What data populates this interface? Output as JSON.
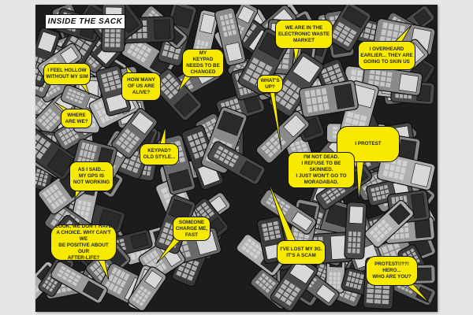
{
  "title": "INSIDE THE SACK",
  "bubbles": {
    "hollow": "I FEEL HOLLOW\nWITHOUT MY SIM",
    "how_many": "HOW MANY\nOF US ARE\nALIVE?",
    "keypad_changed": "MY\nKEYPAD\nNEEDS TO BE\nCHANGED",
    "where": "WHERE\nARE WE?",
    "old_style": "KEYPAD?\nOLD STYLE...",
    "market": "WE ARE IN THE\nELECTRONIC WASTE\nMARKET",
    "overheard": "I OVERHEARD\nEARLIER... THEY ARE\nGOING TO SKIN US",
    "whats_up": "WHAT'S\nUP?",
    "protest": "I PROTEST",
    "not_dead": "I'M NOT DEAD.\nI REFUSE TO BE SKINNED.\nI JUST WON'T GO TO\nMORADABAD.",
    "gps": "AS I SAID...\nMY GPS IS\nNOT WORKING",
    "charge": "SOMEONE\nCHARGE ME,\nFAST",
    "choice": "LOOK, WE DON'T HAVE\nA CHOICE. WHY CAN'T WE\nBE POSITIVE ABOUT OUR\nAFTER-LIFE?",
    "lost_3g": "I'VE LOST MY 3G.\nIT'S A SCAM",
    "hero": "PROTEST!!??!\nHERO...\nWHO ARE YOU?"
  },
  "colors": {
    "bubble": "#f7ea00",
    "panel": "#1c1c1c",
    "page": "#e6e6e6"
  }
}
